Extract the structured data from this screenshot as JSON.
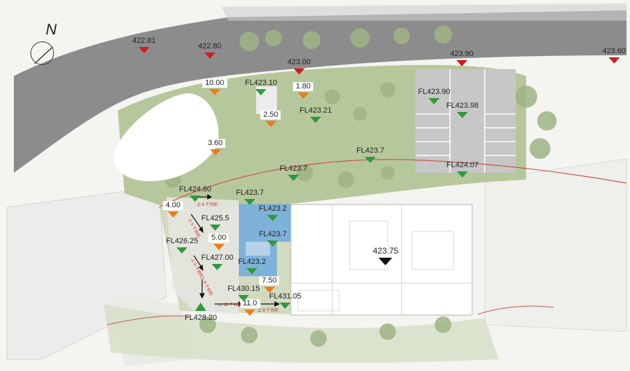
{
  "map": {
    "north_label": "N",
    "colors": {
      "road": "#8a8a8a",
      "vegetation": "#b9c9a0",
      "building": "#ffffff",
      "pool": "#7fb2d8",
      "marker_red": "#d01d22",
      "marker_orange": "#ef7a1a",
      "marker_green": "#2f9a3c",
      "marker_black": "#111111"
    },
    "road_levels": [
      {
        "label": "422.81"
      },
      {
        "label": "422.80"
      },
      {
        "label": "423.00"
      },
      {
        "label": "423.90"
      },
      {
        "label": "423.60"
      }
    ],
    "height_marks": [
      {
        "label": "10.00"
      },
      {
        "label": "1.80"
      },
      {
        "label": "2.50"
      },
      {
        "label": "3.60"
      },
      {
        "label": "4.00"
      },
      {
        "label": "5.00"
      },
      {
        "label": "7.50"
      },
      {
        "label": "11.0"
      }
    ],
    "floor_levels": [
      {
        "label": "FL423.10"
      },
      {
        "label": "FL423.21"
      },
      {
        "label": "FL423.90"
      },
      {
        "label": "FL423.98"
      },
      {
        "label": "FL423.7"
      },
      {
        "label": "FL423.7"
      },
      {
        "label": "FL424.07"
      },
      {
        "label": "FL424.60"
      },
      {
        "label": "FL423.7"
      },
      {
        "label": "FL423.2"
      },
      {
        "label": "FL425.5"
      },
      {
        "label": "FL423.7"
      },
      {
        "label": "FL426.25"
      },
      {
        "label": "FL427.00"
      },
      {
        "label": "FL423.2"
      },
      {
        "label": "FL430.15"
      },
      {
        "label": "FL431.05"
      },
      {
        "label": "FL428.20"
      }
    ],
    "building_level": {
      "label": "423.75"
    },
    "stair_notes": [
      {
        "text": "上 6 个台阶"
      },
      {
        "text": "上 13 个台阶"
      },
      {
        "text": "上 6 个台阶"
      },
      {
        "text": "上 5 个台阶"
      },
      {
        "text": "上 5 个台阶"
      },
      {
        "text": "上 8 个台阶"
      }
    ]
  }
}
